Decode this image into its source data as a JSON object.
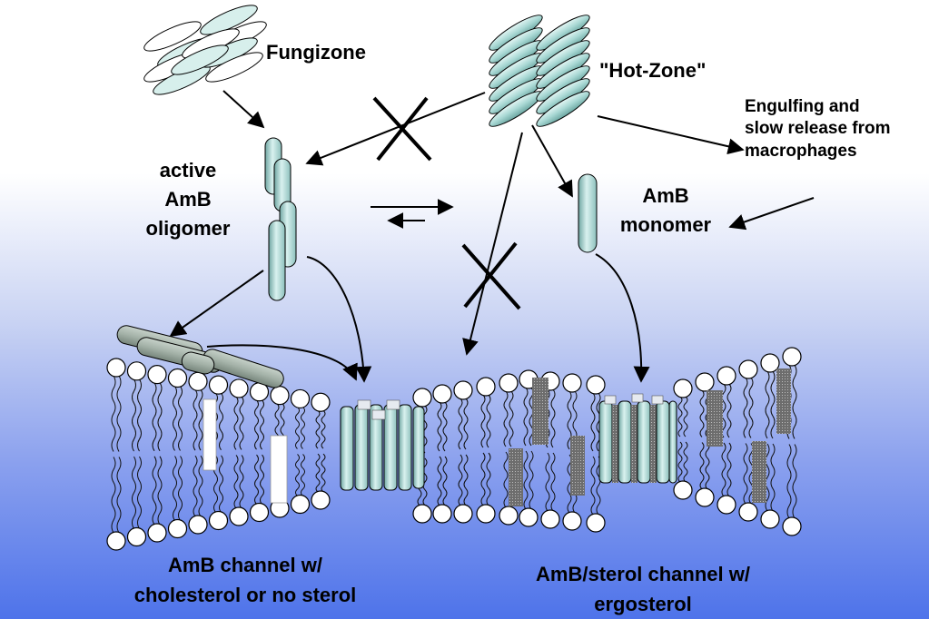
{
  "labels": {
    "fungizone": "Fungizone",
    "hot_zone": "\"Hot-Zone\"",
    "engulfing": [
      "Engulfing and",
      "slow release from",
      "macrophages"
    ],
    "active_oligomer": [
      "active",
      "AmB",
      "oligomer"
    ],
    "monomer": [
      "AmB",
      "monomer"
    ],
    "channel_left": [
      "AmB channel w/",
      "cholesterol or no sterol"
    ],
    "channel_right": [
      "AmB/sterol channel w/",
      "ergosterol"
    ]
  },
  "colors": {
    "cylinder": "#bfe3e0",
    "cylinder_dark": "#7fb4b0",
    "rod_gray": "#9aa89e",
    "sterol_dark": "#808080",
    "membrane_head": "#ffffff",
    "background_bottom": "#4e73ea"
  }
}
